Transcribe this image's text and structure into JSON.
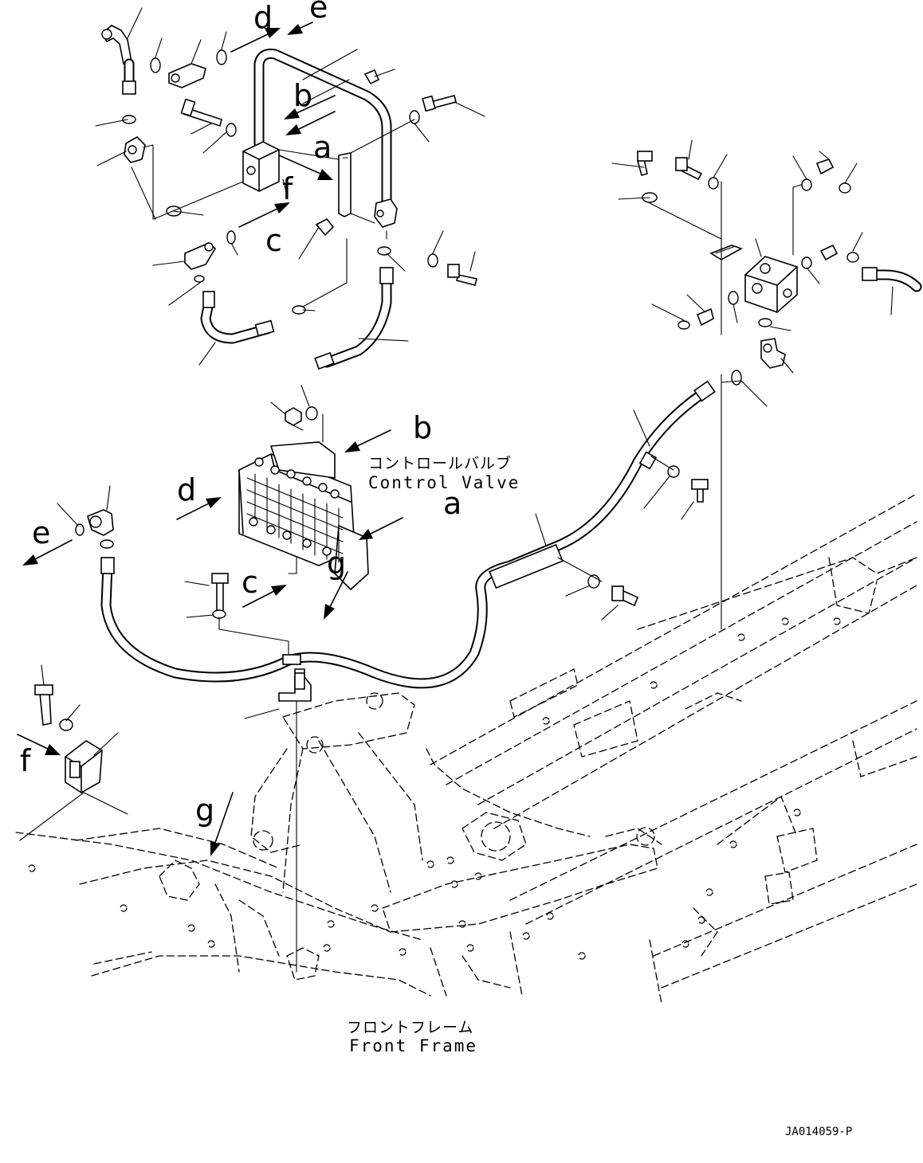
{
  "labels": {
    "control_valve_jp": "コントロールバルブ",
    "control_valve_en": "Control Valve",
    "front_frame_jp": "フロントフレーム",
    "front_frame_en": "Front Frame",
    "drawing_code": "JA014059-P"
  },
  "view_letters": {
    "top_a": "a",
    "top_b": "b",
    "top_c": "c",
    "top_d": "d",
    "top_e": "e",
    "top_f": "f",
    "mid_a": "a",
    "mid_b": "b",
    "mid_c": "c",
    "mid_d": "d",
    "mid_e": "e",
    "mid_g": "g",
    "bot_f": "f",
    "bot_g": "g"
  }
}
